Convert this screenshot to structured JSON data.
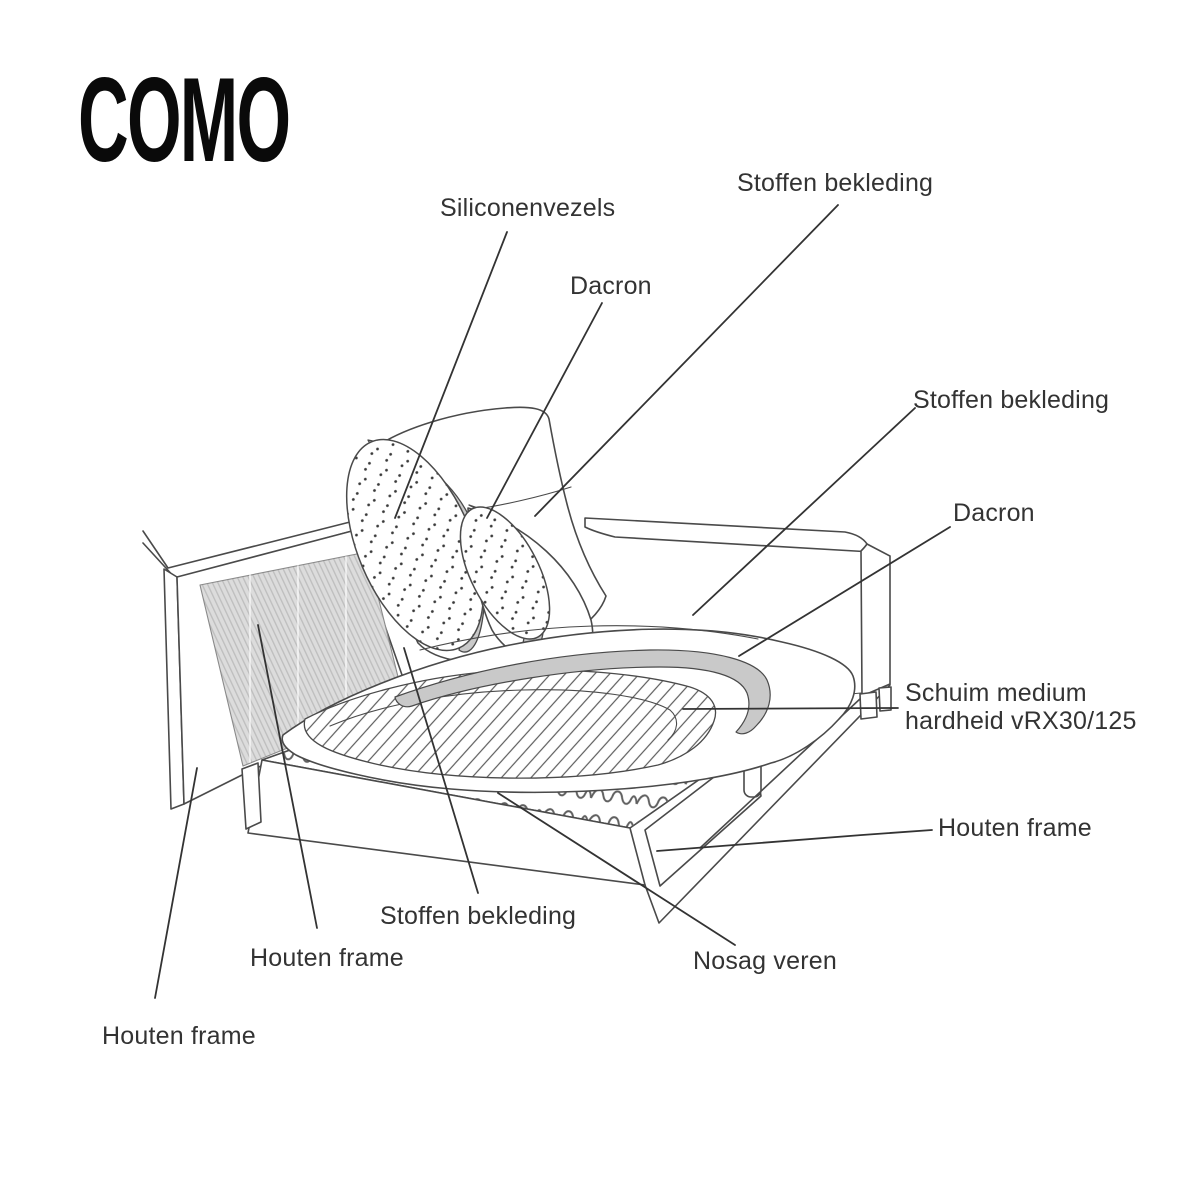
{
  "title": {
    "text": "COMO"
  },
  "diagram": {
    "description": "Construction cutaway diagram of a sofa corner module with labelled materials",
    "colors": {
      "line": "#4a4a4a",
      "leader_line": "#333333",
      "dacron_band": "#c9c9c9",
      "mesh_fill": "#dcdcdc",
      "label_text": "#333333",
      "title_text": "#0a0a0a",
      "background": "#ffffff"
    },
    "labels": [
      {
        "id": "siliconenvezels",
        "lines": [
          "Siliconenvezels"
        ]
      },
      {
        "id": "stoffen-bekleding-top",
        "lines": [
          "Stoffen bekleding"
        ]
      },
      {
        "id": "dacron-top",
        "lines": [
          "Dacron"
        ]
      },
      {
        "id": "stoffen-bekleding-right",
        "lines": [
          "Stoffen bekleding"
        ]
      },
      {
        "id": "dacron-right",
        "lines": [
          "Dacron"
        ]
      },
      {
        "id": "schuim",
        "lines": [
          "Schuim medium",
          "hardheid vRX30/125"
        ]
      },
      {
        "id": "houten-frame-right",
        "lines": [
          "Houten frame"
        ]
      },
      {
        "id": "stoffen-bekleding-bottom",
        "lines": [
          "Stoffen bekleding"
        ]
      },
      {
        "id": "houten-frame-middle",
        "lines": [
          "Houten frame"
        ]
      },
      {
        "id": "nosag-veren",
        "lines": [
          "Nosag veren"
        ]
      },
      {
        "id": "houten-frame-bottom-left",
        "lines": [
          "Houten frame"
        ]
      }
    ]
  }
}
